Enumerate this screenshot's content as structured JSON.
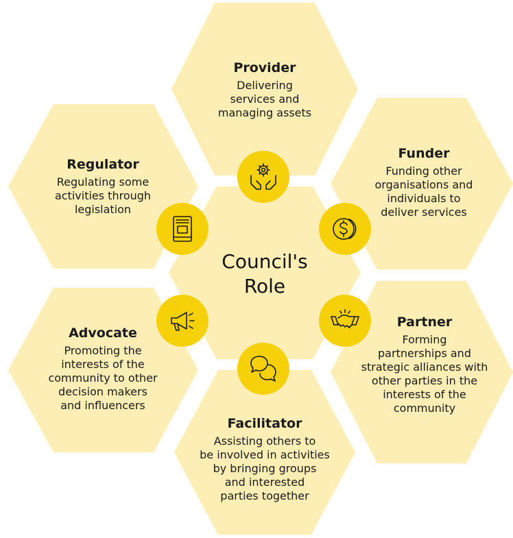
{
  "center": {
    "label_line1": "Council's",
    "label_line2": "Role"
  },
  "roles": {
    "provider": {
      "title": "Provider",
      "lines": [
        "Delivering",
        "services and",
        "managing assets"
      ],
      "icon": "hands-gear-icon"
    },
    "funder": {
      "title": "Funder",
      "lines": [
        "Funding other",
        "organisations and",
        "individuals to",
        "deliver services"
      ],
      "icon": "dollar-coin-icon"
    },
    "partner": {
      "title": "Partner",
      "lines": [
        "Forming",
        "partnerships and",
        "strategic alliances with",
        "other parties in the",
        "interests of the",
        "community"
      ],
      "icon": "handshake-icon"
    },
    "facilitator": {
      "title": "Facilitator",
      "lines": [
        "Assisting others to",
        "be involved in activities",
        "by bringing groups",
        "and interested",
        "parties together"
      ],
      "icon": "speech-bubbles-icon"
    },
    "advocate": {
      "title": "Advocate",
      "lines": [
        "Promoting the",
        "interests of the",
        "community to other",
        "decision makers",
        "and influencers"
      ],
      "icon": "megaphone-icon"
    },
    "regulator": {
      "title": "Regulator",
      "lines": [
        "Regulating some",
        "activities through",
        "legislation"
      ],
      "icon": "law-book-icon"
    }
  },
  "colors": {
    "hexagon_fill": "#fdeeb5",
    "badge_fill": "#f6d10a",
    "text": "#1a1a1a"
  }
}
